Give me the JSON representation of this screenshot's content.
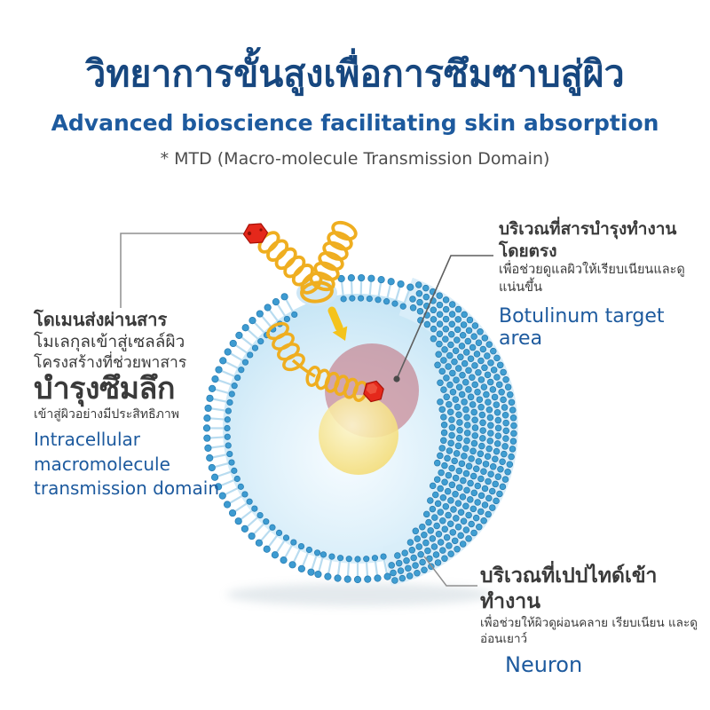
{
  "header": {
    "title_th": "วิทยาการขั้นสูงเพื่อการซึมซาบสู่ผิว",
    "subtitle_en": "Advanced bioscience facilitating skin absorption",
    "note": "* MTD (Macro-molecule Transmission Domain)"
  },
  "labels": {
    "mtd": {
      "th1": "โดเมนส่งผ่านสาร",
      "th2": "โมเลกุลเข้าสู่เซลล์ผิว",
      "th3": "โครงสร้างที่ช่วยพาสาร",
      "th4": "บำรุงซึมลึก",
      "th5": "เข้าสู่ผิวอย่างมีประสิทธิภาพ",
      "en1": "Intracellular",
      "en2": "macromolecule",
      "en3": "transmission domain"
    },
    "botulinum": {
      "th1": "บริเวณที่สารบำรุงทำงานโดยตรง",
      "th2": "เพื่อช่วยดูแลผิวให้เรียบเนียนและดูแน่นขึ้น",
      "en": "Botulinum target area"
    },
    "neuron": {
      "th1": "บริเวณที่เปปไทด์เข้าทำงาน",
      "th2": "เพื่อช่วยให้ผิวดูผ่อนคลาย เรียบเนียน และดูอ่อนเยาว์",
      "en": "Neuron"
    }
  },
  "colors": {
    "title_blue": "#17477f",
    "accent_blue": "#1d5a9e",
    "text_dark": "#3a3a3a",
    "note_gray": "#4d4d4d",
    "membrane_blue": "#3d9bd1",
    "membrane_dark": "#2a7fb5",
    "stem_blue": "#b9dcf0",
    "cell_fill_edge": "#c3e4f5",
    "cell_fill_center": "#f5fbfe",
    "crescent_bg": "#d9edf9",
    "spring_yellow": "#efae20",
    "arrow_yellow": "#f4c31c",
    "hexagon_red": "#e5281b",
    "hexagon_dark_red": "#a81208",
    "target_pink": "#bd5f6e",
    "neuron_yellow_center": "#fdf6cc",
    "neuron_yellow_edge": "#f6df75",
    "leader_gray": "#8f8f8f",
    "leader_dark": "#5f5f5f"
  }
}
